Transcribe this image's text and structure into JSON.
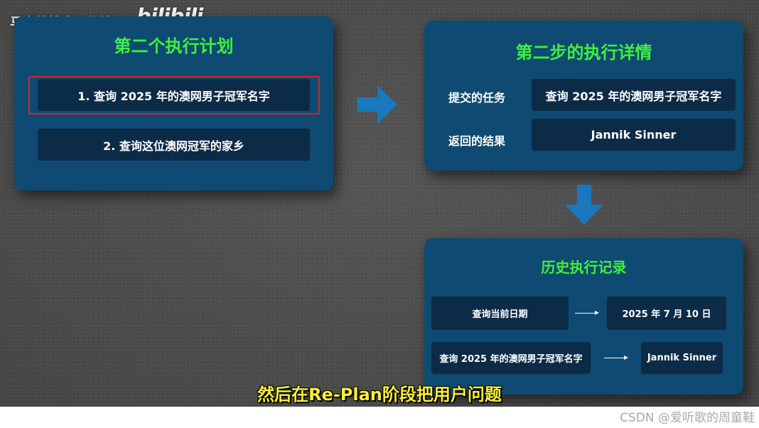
{
  "watermark": {
    "channel": "马克的技术工作坊",
    "logo": "bilibili"
  },
  "plan_panel": {
    "title": "第二个执行计划",
    "steps": [
      "1. 查询 2025 年的澳网男子冠军名字",
      "2. 查询这位澳网冠军的家乡"
    ]
  },
  "detail_panel": {
    "title": "第二步的执行详情",
    "rows": [
      {
        "label": "提交的任务",
        "value": "查询 2025 年的澳网男子冠军名字"
      },
      {
        "label": "返回的结果",
        "value": "Jannik Sinner"
      }
    ]
  },
  "history_panel": {
    "title": "历史执行记录",
    "records": [
      {
        "task": "查询当前日期",
        "result": "2025 年 7 月 10 日"
      },
      {
        "task": "查询 2025 年的澳网男子冠军名字",
        "result": "Jannik Sinner"
      }
    ]
  },
  "subtitle": "然后在Re-Plan阶段把用户问题",
  "footer": "CSDN @爱听歌的周童鞋",
  "colors": {
    "panel": "#0f4a72",
    "box": "#0c2b47",
    "title_green": "#3ef03e",
    "arrow_blue": "#1a79bd",
    "highlight_red": "#d8202a",
    "subtitle_yellow": "#f7ef3a"
  }
}
